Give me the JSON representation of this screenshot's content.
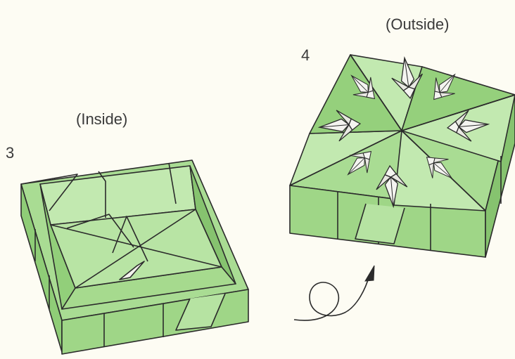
{
  "steps": [
    {
      "number": "3",
      "caption": "(Inside)"
    },
    {
      "number": "4",
      "caption": "(Outside)"
    }
  ],
  "icons": {
    "turn_over": "turn-over-arrow-icon",
    "cranes": "paper-crane-icon"
  },
  "colors": {
    "background": "#fdfcf3",
    "paper_light": "#b6e3a2",
    "paper_mid": "#9ed389",
    "paper_dark": "#86c36f",
    "crane": "#f4f4f0",
    "line": "#2b2b2b"
  }
}
